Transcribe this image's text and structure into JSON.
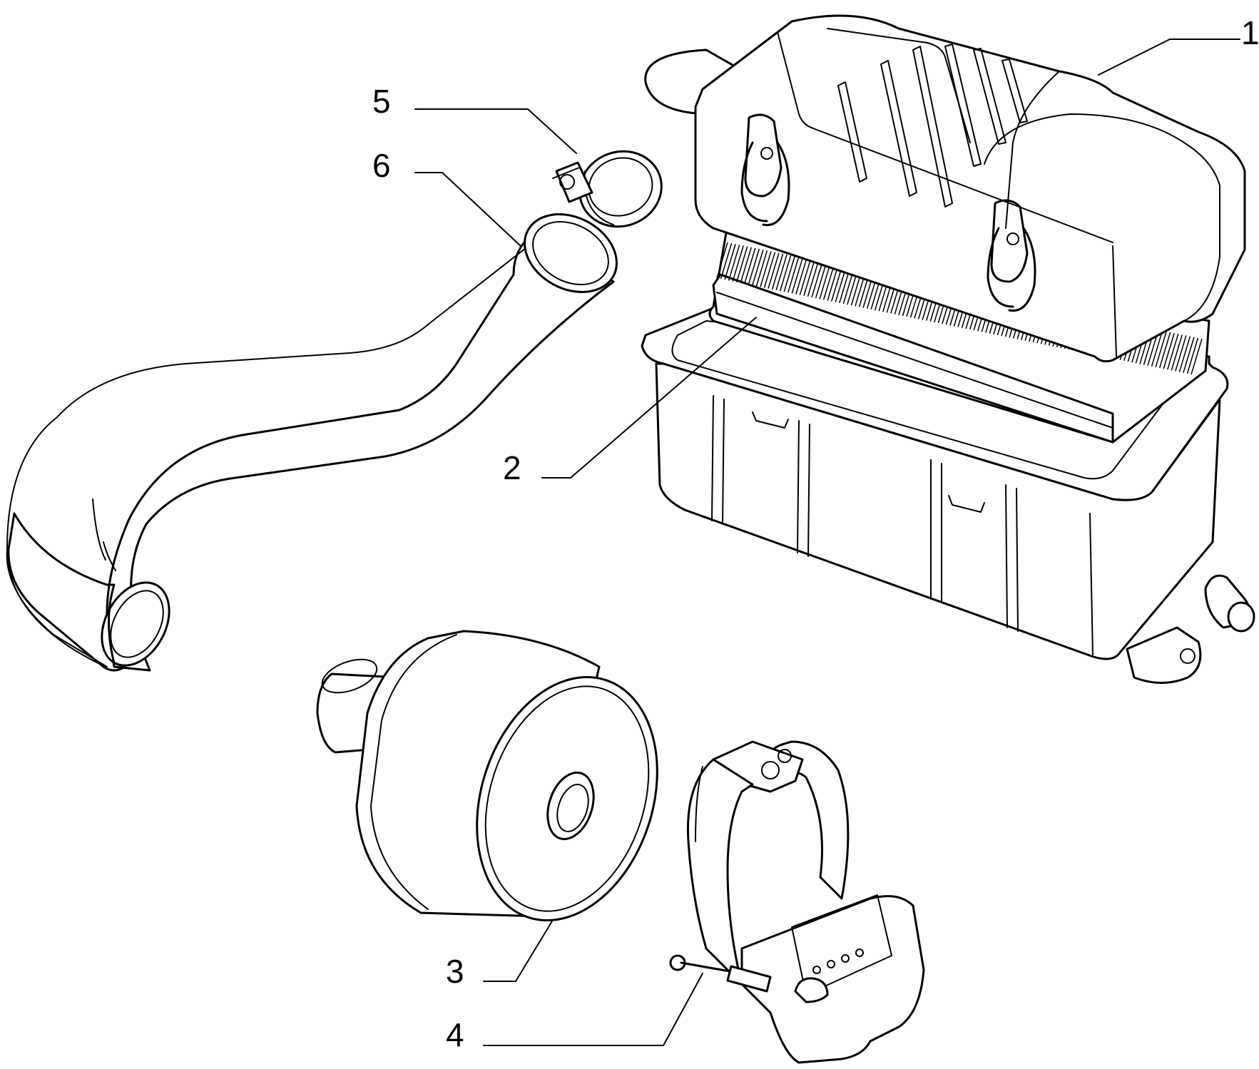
{
  "diagram": {
    "title": "",
    "parts": [
      {
        "id": "air-filter-housing",
        "label": "1"
      },
      {
        "id": "filter-element",
        "label": "2"
      },
      {
        "id": "resonator",
        "label": "3"
      },
      {
        "id": "resonator-bracket",
        "label": "4"
      },
      {
        "id": "hose-clamp",
        "label": "5"
      },
      {
        "id": "intake-hose",
        "label": "6"
      }
    ]
  }
}
